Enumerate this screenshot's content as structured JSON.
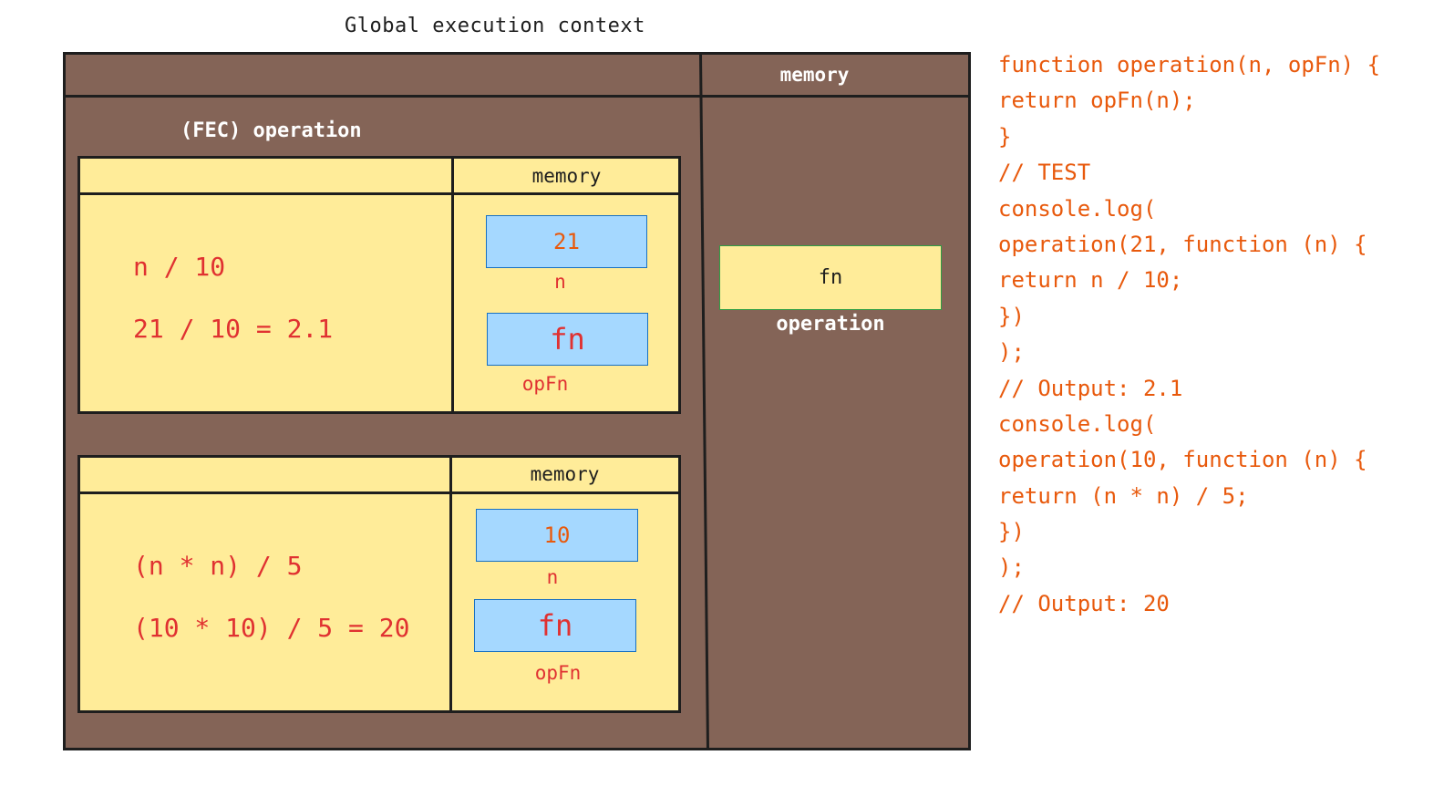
{
  "global_context": {
    "title": "Global execution context",
    "memory_label": "memory",
    "function_cell": {
      "value": "fn",
      "label": "operation"
    }
  },
  "fec_label": "(FEC) operation",
  "fec_frames": [
    {
      "memory_label": "memory",
      "expression": "n / 10",
      "evaluation": "21 / 10 = 2.1",
      "memory": [
        {
          "value": "21",
          "label": "n"
        },
        {
          "value": "fn",
          "label": "opFn"
        }
      ]
    },
    {
      "memory_label": "memory",
      "expression": "(n * n) / 5",
      "evaluation": "(10 * 10) / 5 = 20",
      "memory": [
        {
          "value": "10",
          "label": "n"
        },
        {
          "value": "fn",
          "label": "opFn"
        }
      ]
    }
  ],
  "code_lines": [
    "function operation(n, opFn) {",
    "return opFn(n);",
    "}",
    "// TEST",
    "console.log(",
    "operation(21, function (n) {",
    "return n / 10;",
    "})",
    ");",
    "// Output: 2.1",
    "console.log(",
    "operation(10, function (n) {",
    "return (n * n) / 5;",
    "})",
    ");",
    "// Output: 20"
  ],
  "colors": {
    "global_bg": "#846457",
    "fec_bg": "#ffec99",
    "memory_cell_bg": "#a5d8ff",
    "code_text": "#e8590c",
    "expression_text": "#e03131"
  }
}
